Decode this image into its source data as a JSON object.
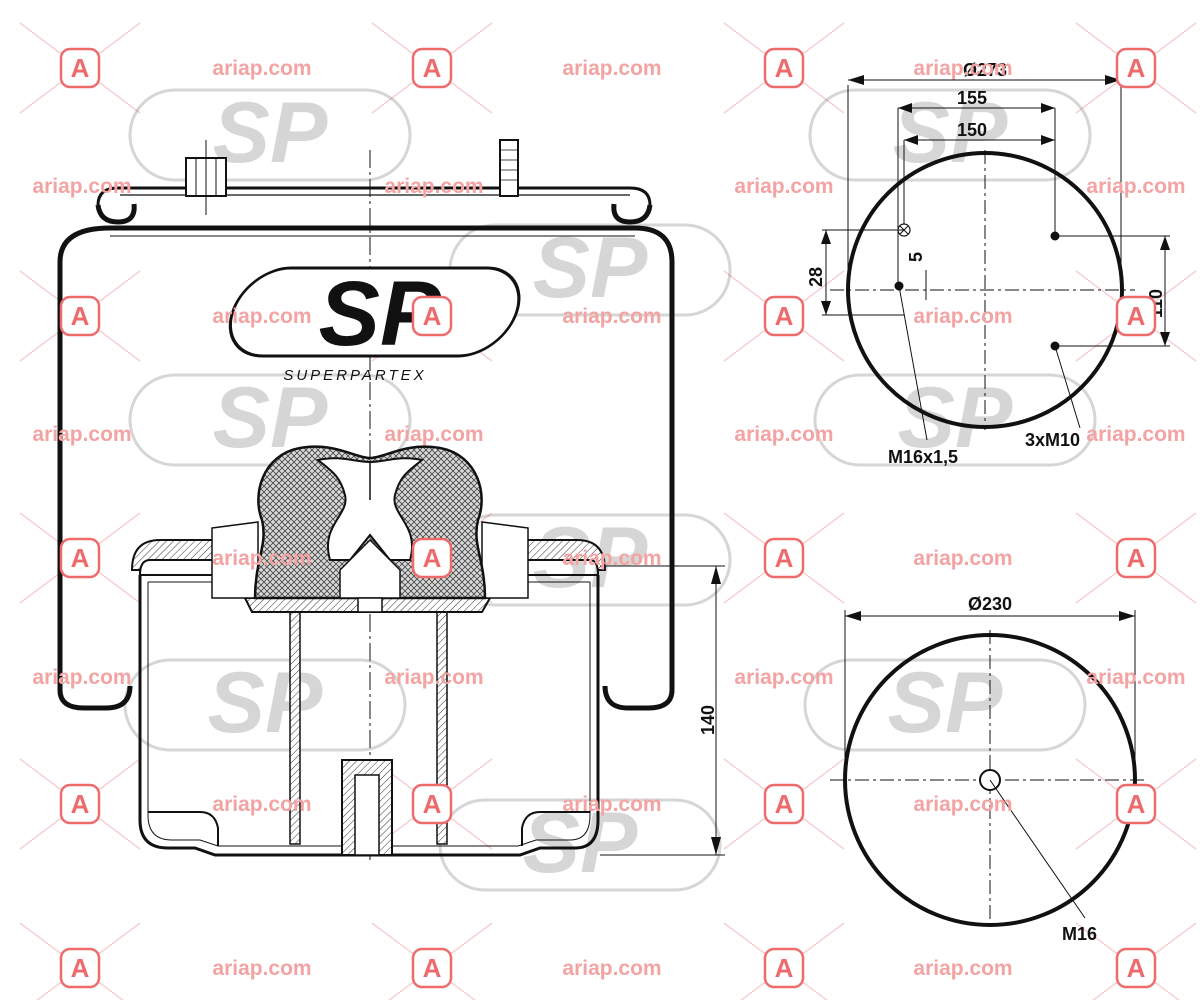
{
  "watermark": {
    "site_text": "ariap.com",
    "badge_letter": "A",
    "badge_color": "#ef6b6b",
    "text_color": "#f4a3a3"
  },
  "brand": {
    "logo_letters": "SP",
    "logo_subtitle": "SUPERPARTEX"
  },
  "dimensions": {
    "top_diameter": "Ø273",
    "top_dim_155": "155",
    "top_dim_150": "150",
    "top_dim_28": "28",
    "top_dim_5": "5",
    "top_dim_110": "110",
    "label_m16x15": "M16x1,5",
    "label_3xm10": "3xM10",
    "height_140": "140",
    "bottom_diameter": "Ø230",
    "label_m16": "M16"
  }
}
